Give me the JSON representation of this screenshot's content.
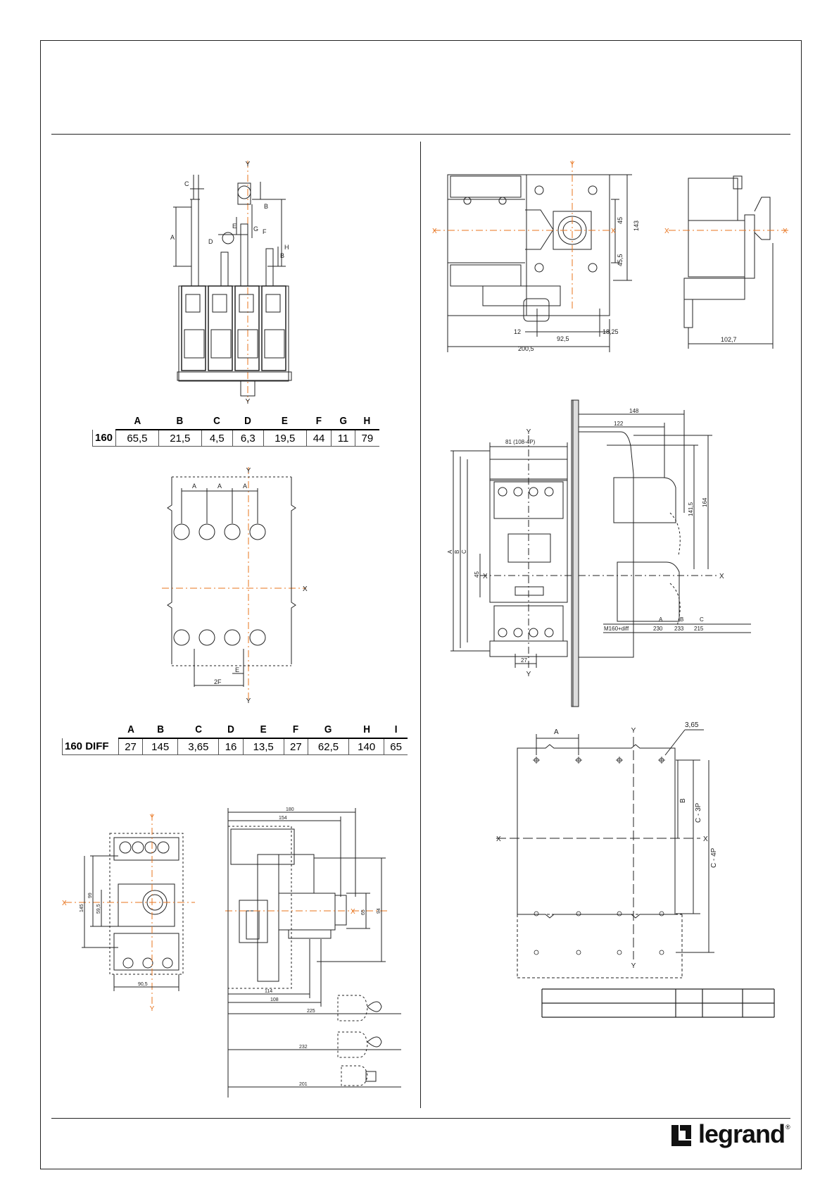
{
  "table_160": {
    "headers": [
      "A",
      "B",
      "C",
      "D",
      "E",
      "F",
      "G",
      "H"
    ],
    "row_label": "160",
    "values": [
      "65,5",
      "21,5",
      "4,5",
      "6,3",
      "19,5",
      "44",
      "11",
      "79"
    ]
  },
  "table_160diff": {
    "headers": [
      "A",
      "B",
      "C",
      "D",
      "E",
      "F",
      "G",
      "H",
      "I"
    ],
    "row_label": "160 DIFF",
    "values": [
      "27",
      "145",
      "3,65",
      "16",
      "13,5",
      "27",
      "62,5",
      "140",
      "65"
    ]
  },
  "fig1": {
    "labels": {
      "y_top": "Y",
      "y_bot": "Y",
      "c": "C",
      "d": "D",
      "a": "A",
      "b_top": "B",
      "g": "G",
      "e": "E",
      "f": "F",
      "h": "H",
      "b_bot": "B"
    }
  },
  "fig2": {
    "labels": {
      "y_top": "Y",
      "y_bot": "Y",
      "x": "X",
      "a1": "A",
      "a2": "A",
      "a3": "A",
      "e": "E",
      "f2": "2F"
    }
  },
  "fig3": {
    "labels": {
      "y": "Y",
      "x_left": "X",
      "x_right": "X",
      "d45": "45",
      "d143": "143",
      "d455": "45,5",
      "d12": "12",
      "d925": "92,5",
      "d1825": "18,25",
      "d2005": "200,5"
    }
  },
  "fig4": {
    "labels": {
      "x_left": "X",
      "x_right": "X",
      "d1027": "102,7"
    }
  },
  "fig5": {
    "labels": {
      "y_top": "Y",
      "y_bot": "Y",
      "x_left": "X",
      "x_right": "X",
      "w81": "81 (108-4P)",
      "a": "A",
      "b": "B",
      "c": "C",
      "d45": "45",
      "d27": "27",
      "d148": "148",
      "d122": "122",
      "d1415": "141,5",
      "d164": "164"
    },
    "legend": {
      "headers": [
        "A",
        "B",
        "C"
      ],
      "row_label": "M160+diff",
      "values": [
        "230",
        "233",
        "215"
      ]
    }
  },
  "fig6": {
    "labels": {
      "y_top": "Y",
      "y_bot": "Y",
      "x_left": "X",
      "x_right": "X",
      "a": "A",
      "d365": "3,65",
      "b": "B",
      "c3p": "C - 3P",
      "c4p": "C - 4P"
    }
  },
  "fig7": {
    "labels": {
      "y_top": "Y",
      "y_bot": "Y",
      "x_left": "X",
      "d99": "99",
      "d595": "59,5",
      "d145": "145",
      "d905": "90,5"
    }
  },
  "fig8": {
    "labels": {
      "x_right": "X",
      "d180": "180",
      "d154": "154",
      "d65": "65",
      "d94": "94",
      "d114": "114",
      "d108": "108",
      "d225": "225",
      "d232": "232",
      "d201": "201"
    }
  },
  "logo": {
    "text": "legrand",
    "reg": "®"
  },
  "colors": {
    "axis": "#e8741e",
    "ink": "#222222"
  }
}
